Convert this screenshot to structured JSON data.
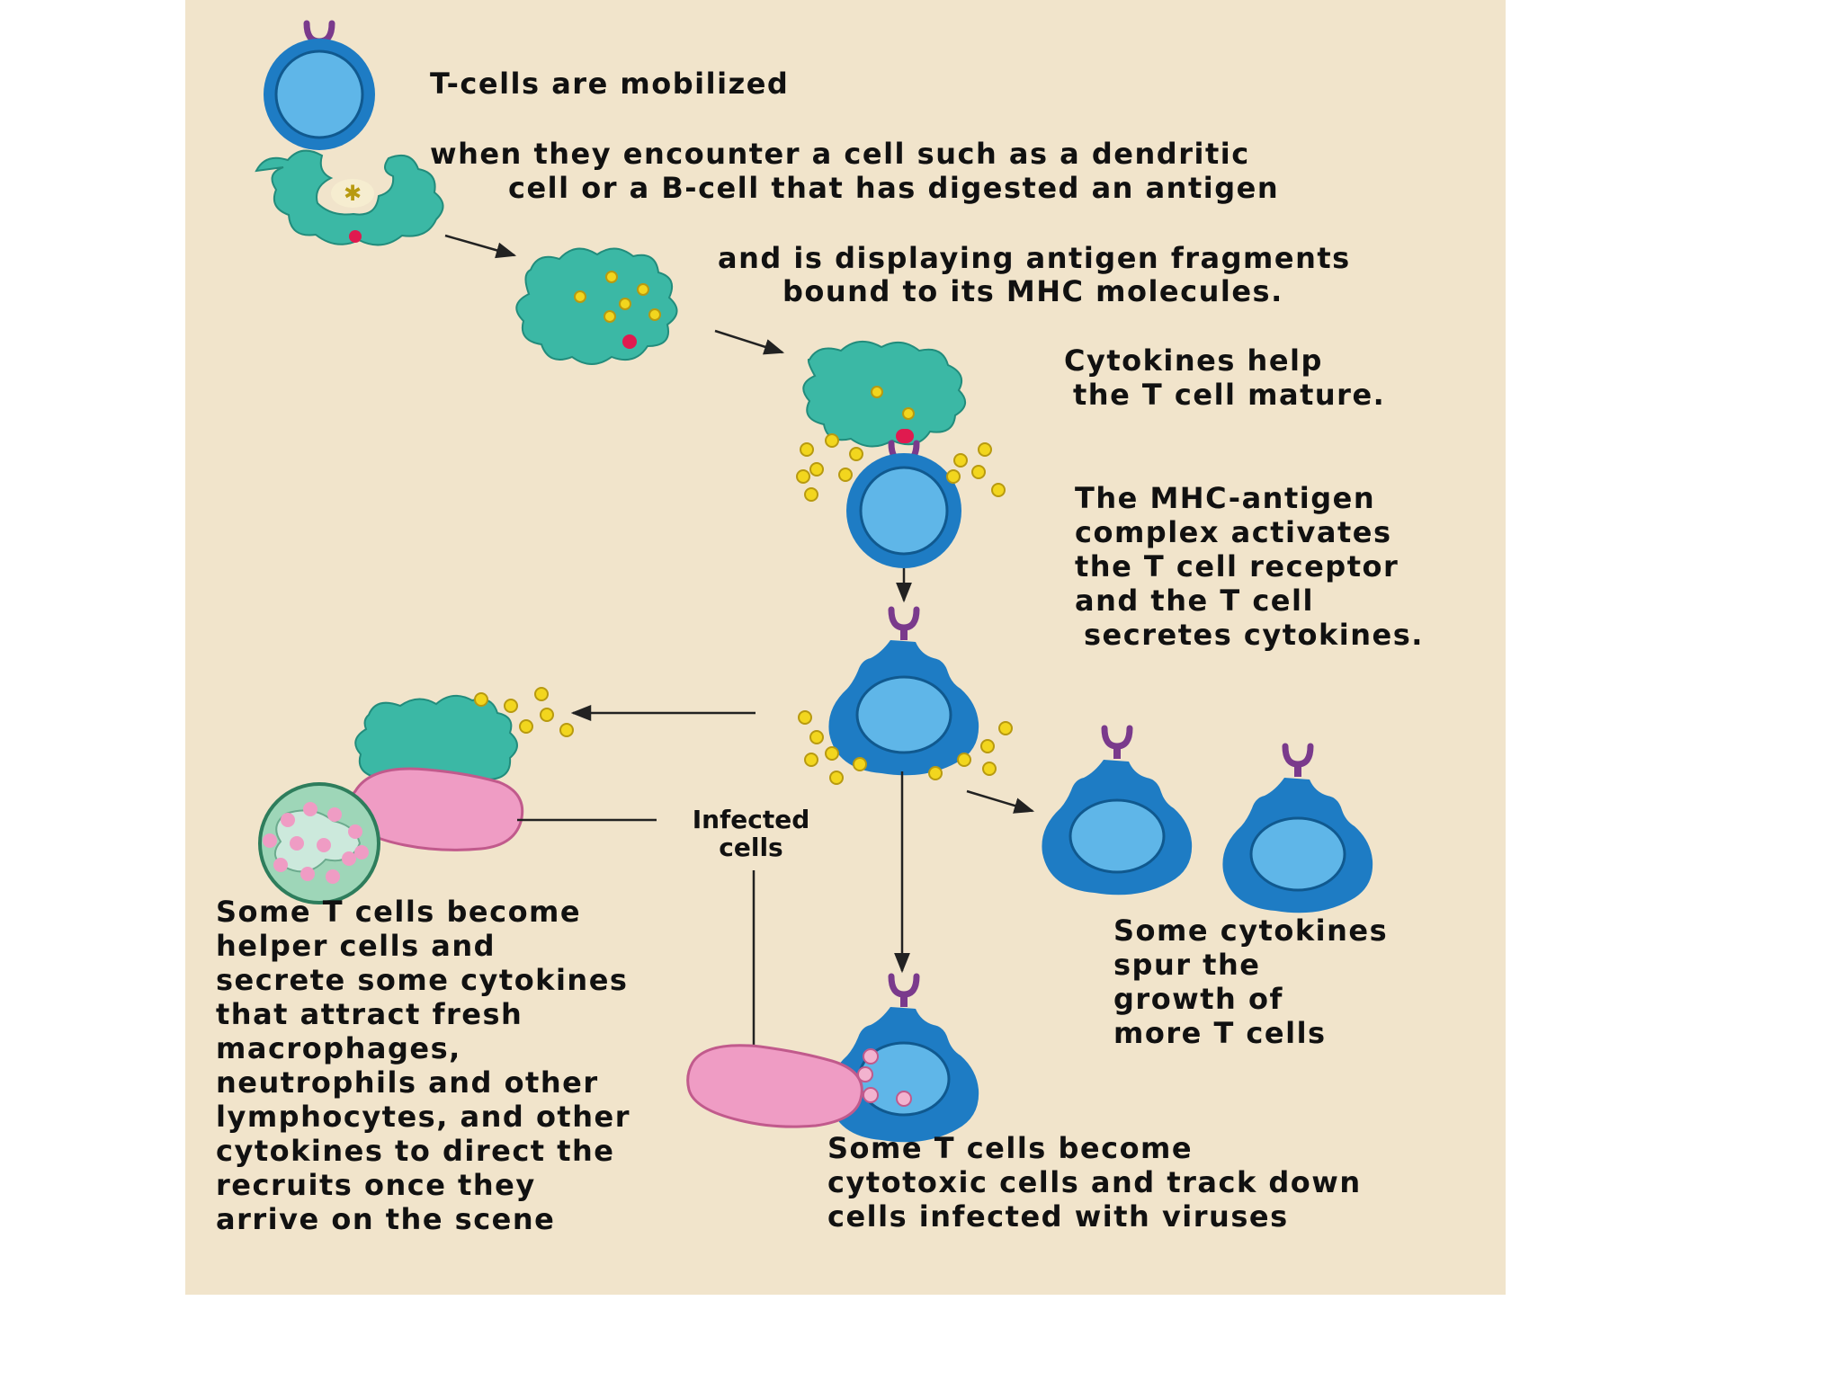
{
  "labels": {
    "mobilized": "T-cells are mobilized",
    "encounter_1": "when they encounter a cell such as a dendritic",
    "encounter_2": "cell or a B-cell that has digested an antigen",
    "displaying_1": "and is displaying antigen fragments",
    "displaying_2": "bound to its MHC molecules.",
    "cytokines_help_1": "Cytokines help",
    "cytokines_help_2": "the T cell mature.",
    "mhc_1": "The MHC-antigen",
    "mhc_2": "complex activates",
    "mhc_3": "the T cell receptor",
    "mhc_4": "and the T cell",
    "mhc_5": "secretes cytokines.",
    "infected_1": "Infected",
    "infected_2": "cells",
    "helper_1": "Some T cells become",
    "helper_bold": "helper",
    "helper_2": " cells and",
    "helper_3": "secrete some cytokines",
    "helper_4": "that attract fresh",
    "helper_5": "macrophages,",
    "helper_6": "neutrophils and other",
    "helper_7": "lymphocytes, and other",
    "helper_8": "cytokines to direct the",
    "helper_9": "recruits once they",
    "helper_10": "arrive on the scene",
    "growth_1": "Some cytokines",
    "growth_2": "spur the",
    "growth_3": "growth of",
    "growth_4": "more T cells",
    "cyto_1": "Some T cells become",
    "cyto_bold": "cytotoxic",
    "cyto_2": " cells and track down",
    "cyto_3": "cells infected with viruses"
  },
  "colors": {
    "panel": "#f1e4cb",
    "tcell_outer": "#1e7cc4",
    "tcell_inner": "#5fb6e8",
    "apc": "#3bb8a5",
    "mhc": "#e01a4f",
    "receptor": "#7a3a8c",
    "cytokine": "#f2d61e",
    "infected_cell": "#ef9cc4",
    "neutrophil": "#9ed6b8",
    "arrow": "#222222"
  }
}
